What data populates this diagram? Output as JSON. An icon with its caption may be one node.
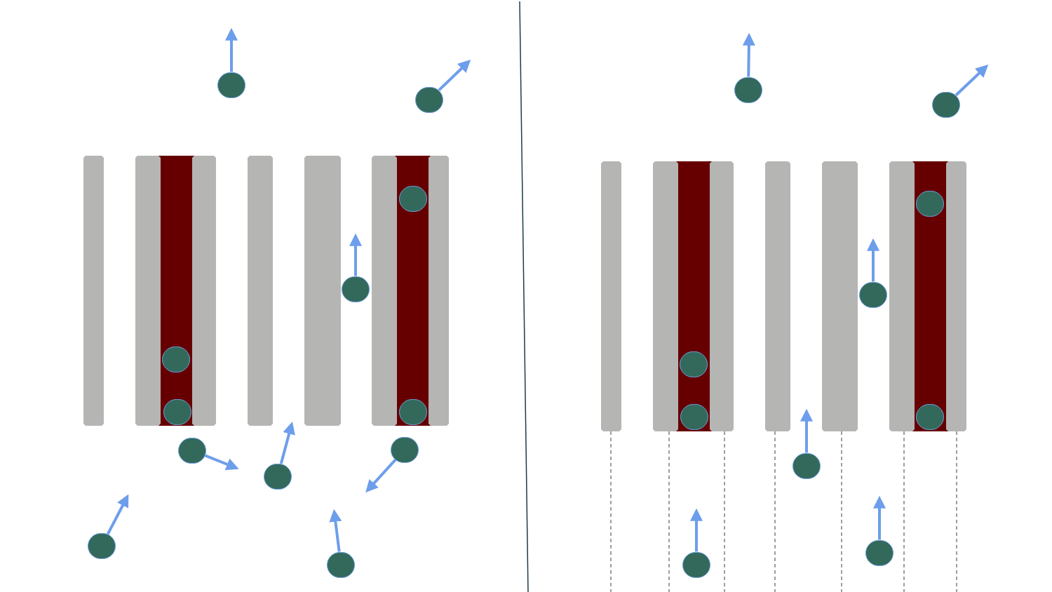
{
  "diagram": {
    "nodes": [
      {
        "text": [],
        "shape": "circle"
      },
      {
        "text": [],
        "shape": "circle"
      },
      {
        "text": [],
        "shape": "circle"
      },
      {
        "text": [],
        "shape": "circle"
      },
      {
        "text": [],
        "shape": "circle"
      },
      {
        "text": [],
        "shape": "circle"
      },
      {
        "text": [],
        "shape": "circle"
      },
      {
        "text": [],
        "shape": "circle"
      },
      {
        "text": [],
        "shape": "circle"
      },
      {
        "text": [],
        "shape": "circle"
      },
      {
        "text": [],
        "shape": "circle"
      },
      {
        "text": [],
        "shape": "circle"
      },
      {
        "text": [],
        "shape": "circle"
      },
      {
        "text": [],
        "shape": "circle"
      },
      {
        "text": [],
        "shape": "circle"
      },
      {
        "text": [],
        "shape": "circle"
      },
      {
        "text": [],
        "shape": "circle"
      },
      {
        "text": [],
        "shape": "circle"
      },
      {
        "text": [],
        "shape": "circle"
      },
      {
        "text": [],
        "shape": "circle"
      },
      {
        "text": [],
        "shape": "circle"
      },
      {
        "text": [],
        "shape": "circle"
      }
    ],
    "edges": [
      {
        "from": 0,
        "to": null,
        "arrow": "to"
      },
      {
        "from": 1,
        "to": null,
        "arrow": "to"
      },
      {
        "from": 2,
        "to": null,
        "arrow": "to"
      },
      {
        "from": 7,
        "to": null,
        "arrow": "to"
      },
      {
        "from": 8,
        "to": null,
        "arrow": "to"
      },
      {
        "from": 9,
        "to": null,
        "arrow": "to"
      },
      {
        "from": 10,
        "to": null,
        "arrow": "to"
      },
      {
        "from": 11,
        "to": null,
        "arrow": "to"
      },
      {
        "from": 12,
        "to": null,
        "arrow": "to"
      },
      {
        "from": 13,
        "to": null,
        "arrow": "to"
      },
      {
        "from": 14,
        "to": null,
        "arrow": "to"
      },
      {
        "from": 19,
        "to": null,
        "arrow": "to"
      },
      {
        "from": 20,
        "to": null,
        "arrow": "to"
      },
      {
        "from": 21,
        "to": null,
        "arrow": "to"
      }
    ]
  }
}
